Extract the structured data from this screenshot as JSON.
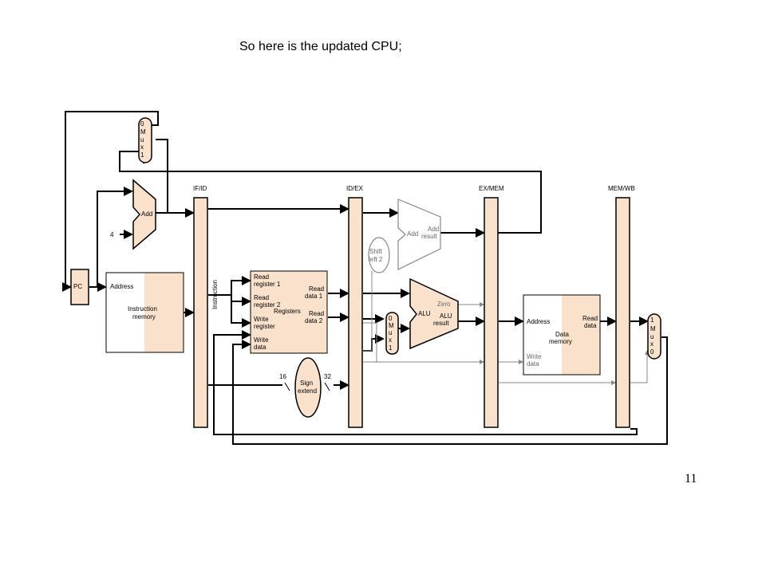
{
  "slide": {
    "title": "So here is the updated CPU;",
    "page_number": "11"
  },
  "colors": {
    "fill": "#F9E1CC",
    "stroke": "#000000",
    "wire": "#000000",
    "grey_wire": "#888888"
  },
  "pipeline_registers": {
    "if_id": "IF/ID",
    "id_ex": "ID/EX",
    "ex_mem": "EX/MEM",
    "mem_wb": "MEM/WB",
    "instruction_label": "Instruction"
  },
  "pc": {
    "label": "PC"
  },
  "constant_four": "4",
  "pc_mux": {
    "line1": "0",
    "line2": "M",
    "line3": "u",
    "line4": "x",
    "line5": "1"
  },
  "add_pc": {
    "label": "Add"
  },
  "instruction_memory": {
    "address": "Address",
    "name_line1": "Instruction",
    "name_line2": "memory"
  },
  "registers": {
    "read_reg1_line1": "Read",
    "read_reg1_line2": "register 1",
    "read_reg2_line1": "Read",
    "read_reg2_line2": "register 2",
    "write_reg_line1": "Write",
    "write_reg_line2": "register",
    "write_data_line1": "Write",
    "write_data_line2": "data",
    "read_data1_line1": "Read",
    "read_data1_line2": "data 1",
    "read_data2_line1": "Read",
    "read_data2_line2": "data 2",
    "name": "Registers"
  },
  "sign_extend": {
    "in_bits": "16",
    "out_bits": "32",
    "line1": "Sign",
    "line2": "extend"
  },
  "shift_left": {
    "line1": "Shift",
    "line2": "left 2"
  },
  "add_branch": {
    "label": "Add",
    "result_line1": "Add",
    "result_line2": "result"
  },
  "alu_mux": {
    "line1": "0",
    "line2": "M",
    "line3": "u",
    "line4": "x",
    "line5": "1"
  },
  "alu": {
    "label": "ALU",
    "zero": "Zero",
    "result_line1": "ALU",
    "result_line2": "result"
  },
  "data_memory": {
    "address": "Address",
    "read_data_line1": "Read",
    "read_data_line2": "data",
    "name_line1": "Data",
    "name_line2": "memory",
    "write_data_line1": "Write",
    "write_data_line2": "data"
  },
  "wb_mux": {
    "line1": "1",
    "line2": "M",
    "line3": "u",
    "line4": "x",
    "line5": "0"
  }
}
